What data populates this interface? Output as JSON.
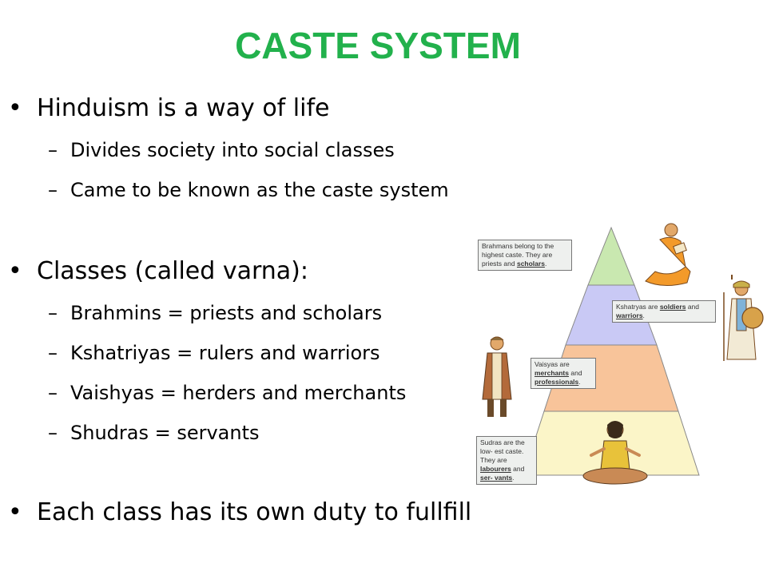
{
  "slide": {
    "title": "CASTE SYSTEM",
    "bullets": [
      {
        "text": "Hinduism is a way of life"
      },
      {
        "text": "Classes (called varna):"
      },
      {
        "text": "Each class has its own duty to fullfill"
      }
    ],
    "subs": [
      "Divides society into social classes",
      "Came to be known as the caste system",
      "Brahmins = priests and scholars",
      "Kshatriyas = rulers and warriors",
      "Vaishyas = herders and merchants",
      "Shudras = servants"
    ]
  },
  "pyramid": {
    "colors": [
      "#c9e8b0",
      "#c9c9f5",
      "#f8c49a",
      "#fbf5c8"
    ],
    "captions": {
      "brahmans": {
        "pre": "Brahmans belong to the highest caste. They are priests and",
        "em": "scholars",
        "post": "."
      },
      "kshatriyas": {
        "pre": "Kshatryas are",
        "em1": "soldiers",
        "mid": "and",
        "em2": "warriors",
        "post": "."
      },
      "vaisyas": {
        "pre": "Vaisyas are",
        "em1": "merchants",
        "mid": "and",
        "em2": "professionals",
        "post": "."
      },
      "sudras": {
        "pre": "Sudras are the low- est caste. They are",
        "em1": "labourers",
        "mid": "and",
        "em2": "ser- vants",
        "post": "."
      }
    }
  }
}
